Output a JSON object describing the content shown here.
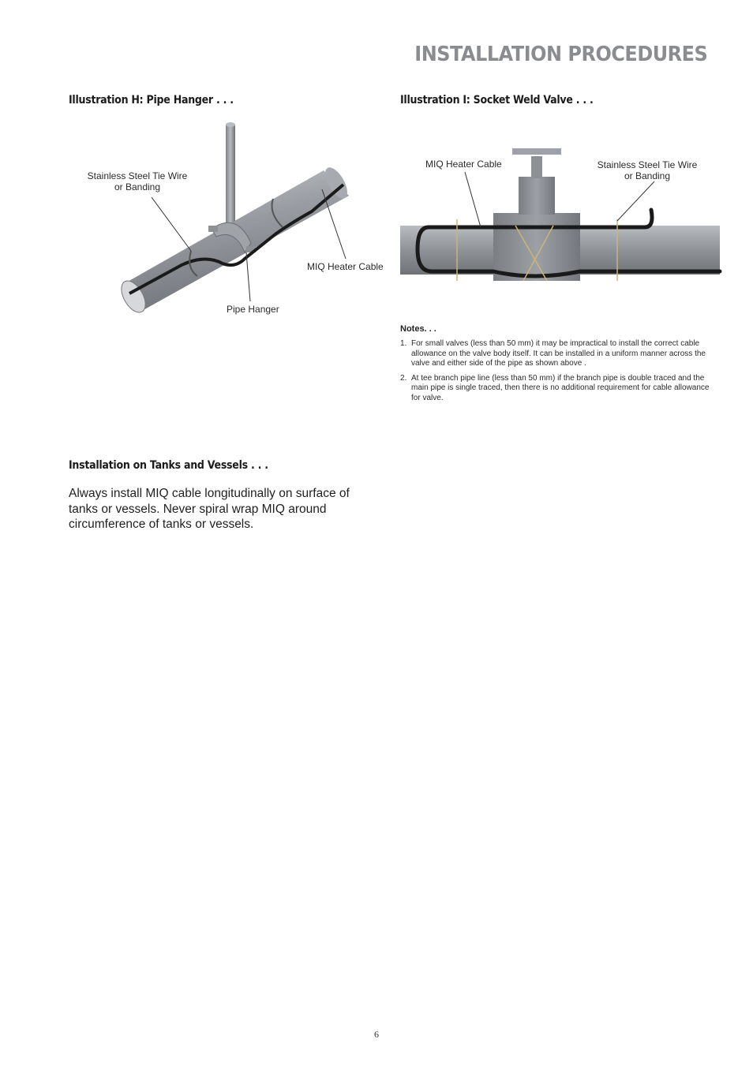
{
  "page": {
    "title": "INSTALLATION PROCEDURES",
    "page_number": "6"
  },
  "illustration_h": {
    "heading": "Illustration H: Pipe Hanger . . .",
    "labels": {
      "tie_wire_line1": "Stainless Steel Tie Wire",
      "tie_wire_line2": "or Banding",
      "heater_cable": "MIQ Heater Cable",
      "pipe_hanger": "Pipe Hanger"
    }
  },
  "illustration_i": {
    "heading": "Illustration I: Socket Weld Valve . . .",
    "labels": {
      "heater_cable": "MIQ Heater Cable",
      "tie_wire_line1": "Stainless Steel Tie Wire",
      "tie_wire_line2": "or Banding"
    }
  },
  "notes": {
    "title": "Notes. . .",
    "items": [
      {
        "num": "1.",
        "text": "For small valves (less than 50 mm) it may be impractical to install the correct cable allowance on the valve body itself. It can be installed in a uniform manner across the valve and either side of the pipe as shown above ."
      },
      {
        "num": "2.",
        "text": "At tee branch pipe line (less than 50 mm) if the branch pipe is double traced and the main pipe is single traced, then there is no additional requirement for cable allowance for valve."
      }
    ]
  },
  "tanks_section": {
    "heading": "Installation on Tanks and Vessels . . .",
    "body": "Always install MIQ cable longitudinally on surface of tanks or vessels. Never spiral wrap MIQ around circumference of tanks or vessels."
  },
  "colors": {
    "title_gray": "#8a8c90",
    "pipe_gray": "#9a9ea3",
    "cable": "#1a1a1a"
  }
}
